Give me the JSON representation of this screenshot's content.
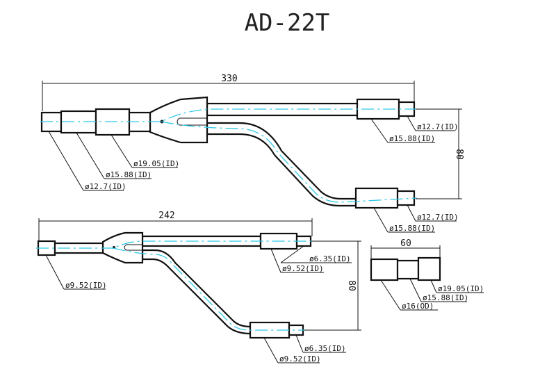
{
  "title": "AD-22T",
  "large": {
    "length": "330",
    "height": "80",
    "left_labels": [
      "ø19.05(ID)",
      "ø15.88(ID)",
      "ø12.7(ID)"
    ],
    "top_right_labels": [
      "ø12.7(ID)",
      "ø15.88(ID)"
    ],
    "bottom_right_labels": [
      "ø12.7(ID)",
      "ø15.88(ID)"
    ]
  },
  "small": {
    "length": "242",
    "height": "80",
    "left_label": "ø9.52(ID)",
    "top_right_labels": [
      "ø6.35(ID)",
      "ø9.52(ID)"
    ],
    "bottom_right_labels": [
      "ø6.35(ID)",
      "ø9.52(ID)"
    ]
  },
  "reducer": {
    "length": "60",
    "labels": [
      "ø19.05(ID)",
      "ø15.88(ID)",
      "ø16(OD)"
    ]
  }
}
